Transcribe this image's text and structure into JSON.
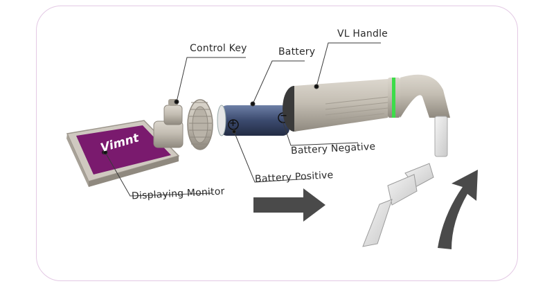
{
  "labels": {
    "control_key": "Control Key",
    "battery": "Battery",
    "vl_handle": "VL Handle",
    "battery_negative": "Battery Negative",
    "battery_positive": "Battery Positive",
    "displaying_monitor": "Displaying Monitor"
  },
  "monitor": {
    "logo_text": "Vimnt"
  },
  "battery": {
    "positive_symbol": "+",
    "negative_symbol": "−"
  },
  "colors": {
    "frame_border": "#e3c8e4",
    "monitor_screen": "#7a1a6e",
    "battery_body": "#3b4a6e",
    "handle_metal": "#b9b3a8",
    "handle_ring": "#3ddc4a",
    "arrow": "#4a4a4a"
  }
}
